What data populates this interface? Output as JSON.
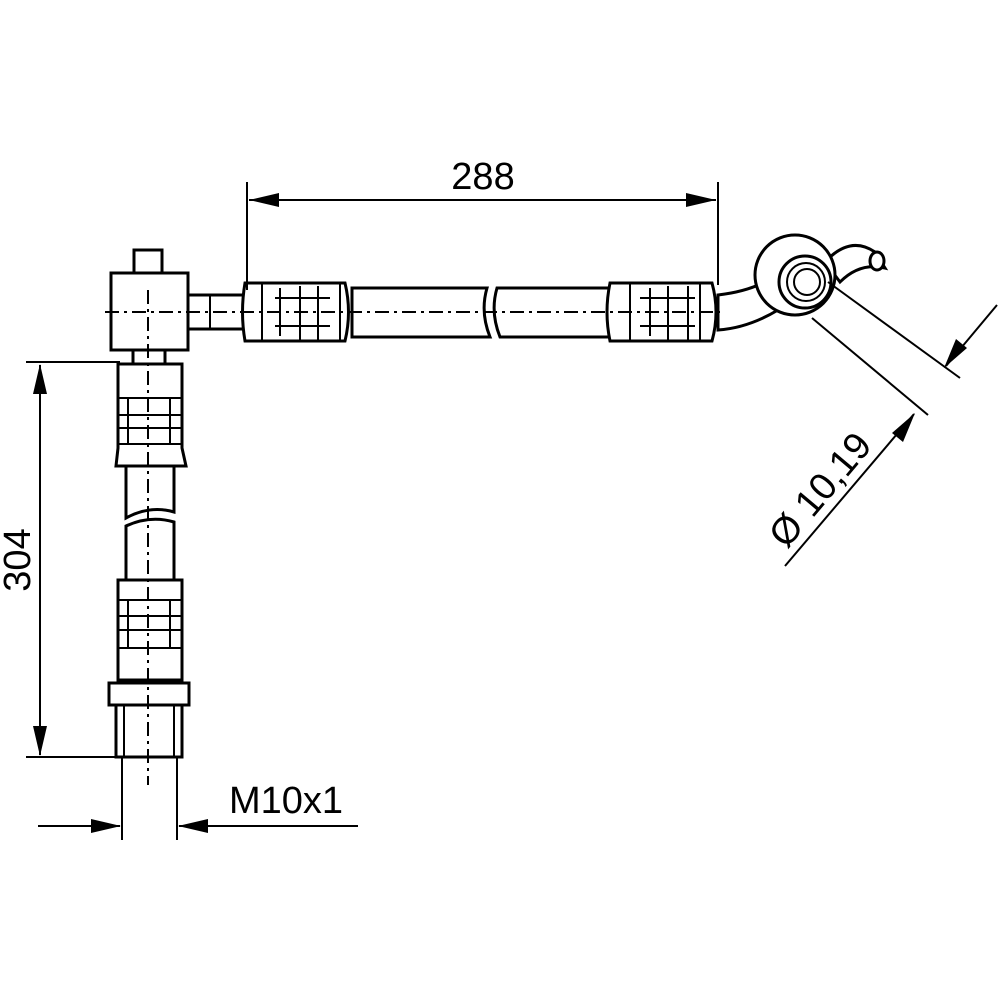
{
  "dimensions": {
    "length_horizontal": "288",
    "length_vertical": "304",
    "thread": "M10x1",
    "banjo_diameter": "Ø 10,19"
  }
}
